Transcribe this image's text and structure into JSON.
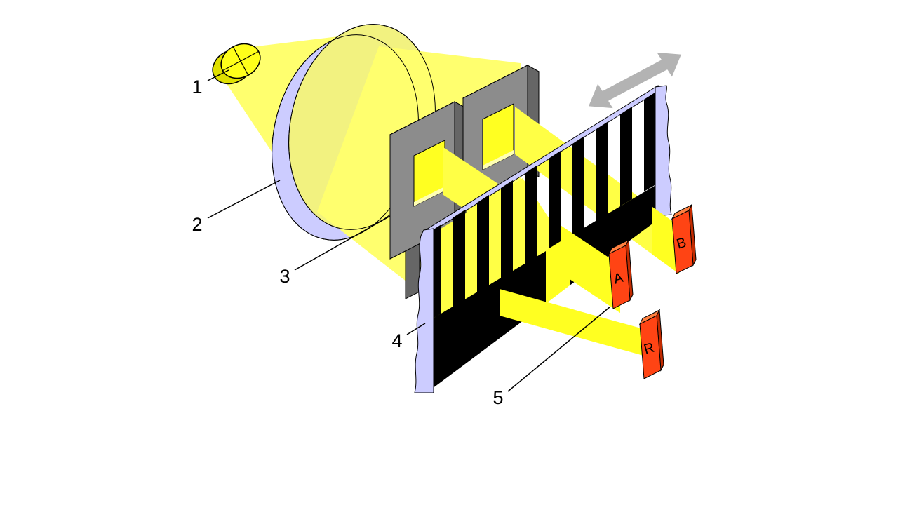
{
  "diagram": {
    "callouts": [
      {
        "label": "1"
      },
      {
        "label": "2"
      },
      {
        "label": "3"
      },
      {
        "label": "4"
      },
      {
        "label": "5"
      }
    ],
    "sensors": {
      "a": "A",
      "b": "B",
      "r": "R"
    }
  },
  "colors": {
    "background": "#FFFFFF",
    "light_cone": "#FFFF6E",
    "beam": "#FFFF45",
    "beam_bright": "#FFFF21",
    "lamp": "#FFFF1A",
    "lamp_shade": "#E0E000",
    "lens_face": "#F2F280",
    "glass": "#CCCCFF",
    "mask_front": "#8C8C8C",
    "mask_side": "#666666",
    "mask_top": "#B3B3B3",
    "stripe": "#000000",
    "sensor_front": "#FF4414",
    "sensor_top": "#FF8040",
    "sensor_side": "#C22B00",
    "arrow": "#B3B3B3"
  }
}
